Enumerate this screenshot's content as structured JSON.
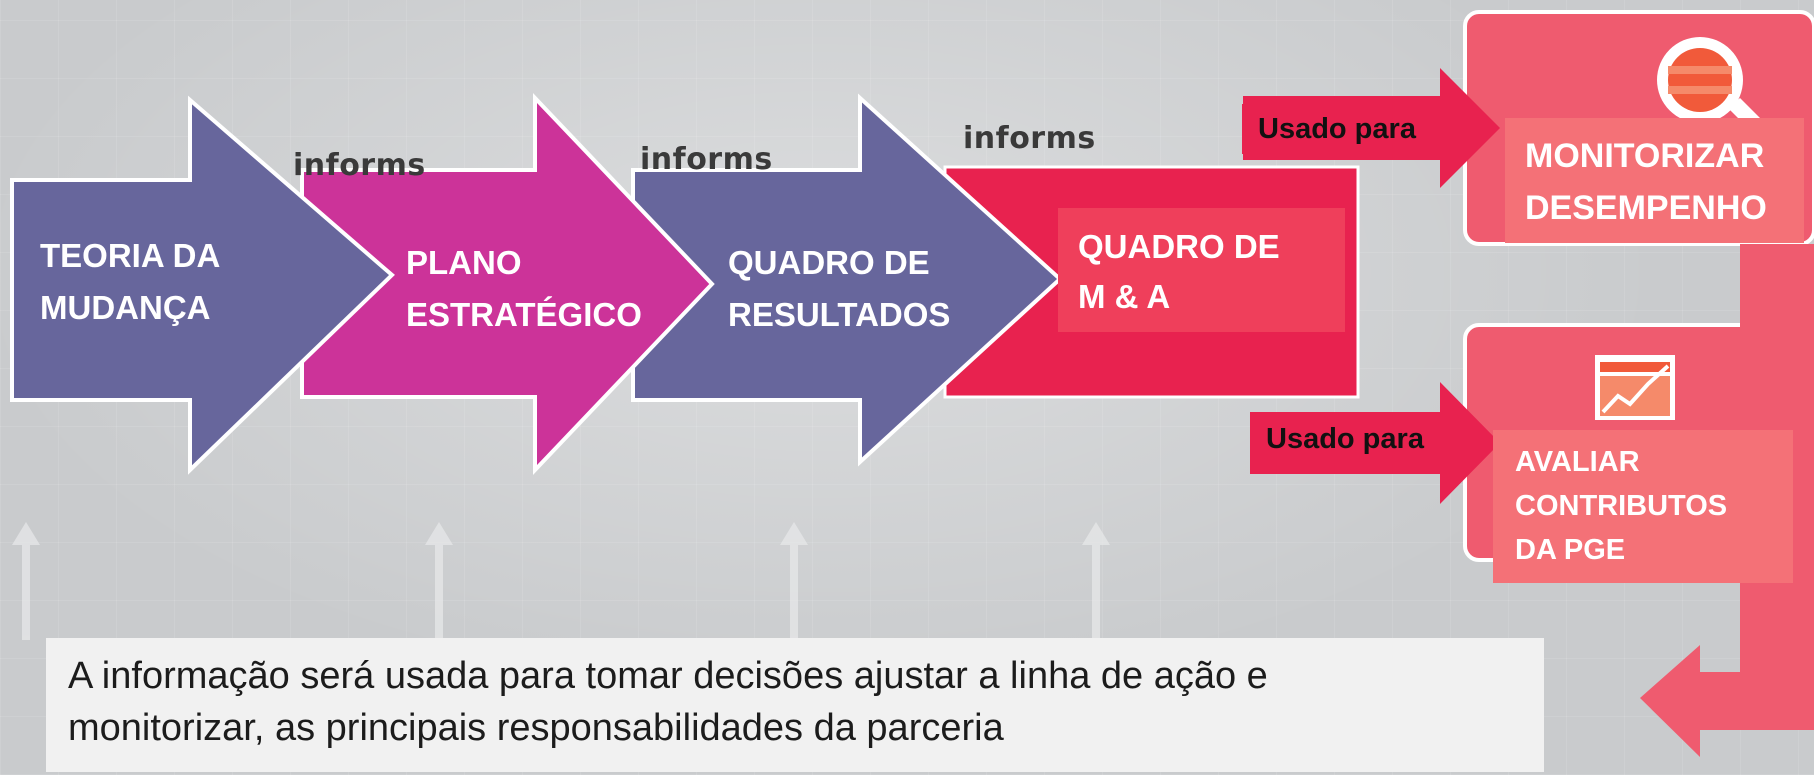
{
  "flow": [
    {
      "text": "TEORIA DA\nMUDANÇA",
      "color": "#67669c"
    },
    {
      "text": "PLANO\nESTRATÉGICO",
      "color": "#cc3399"
    },
    {
      "text": "QUADRO DE\nRESULTADOS",
      "color": "#67669c"
    },
    {
      "text": "QUADRO DE\nM & A",
      "color": "#e8224f"
    }
  ],
  "connectors": [
    "informs",
    "informs",
    "informs"
  ],
  "uses": [
    {
      "verb": "Usado para",
      "target": "MONITORIZAR\nDESEMPENHO",
      "icon": "magnifier-icon"
    },
    {
      "verb": "Usado para",
      "target": "AVALIAR\nCONTRIBUTOS\nDA PGE",
      "icon": "chart-icon"
    }
  ],
  "caption": "A informação será usada para tomar decisões ajustar a linha de ação e\nmonitorizar,  as principais responsabilidades da parceria",
  "colors": {
    "purple": "#67669c",
    "magenta": "#cc3399",
    "crimson": "#e8224f",
    "panel": "#ef5b6f",
    "salmon": "#f47177"
  }
}
